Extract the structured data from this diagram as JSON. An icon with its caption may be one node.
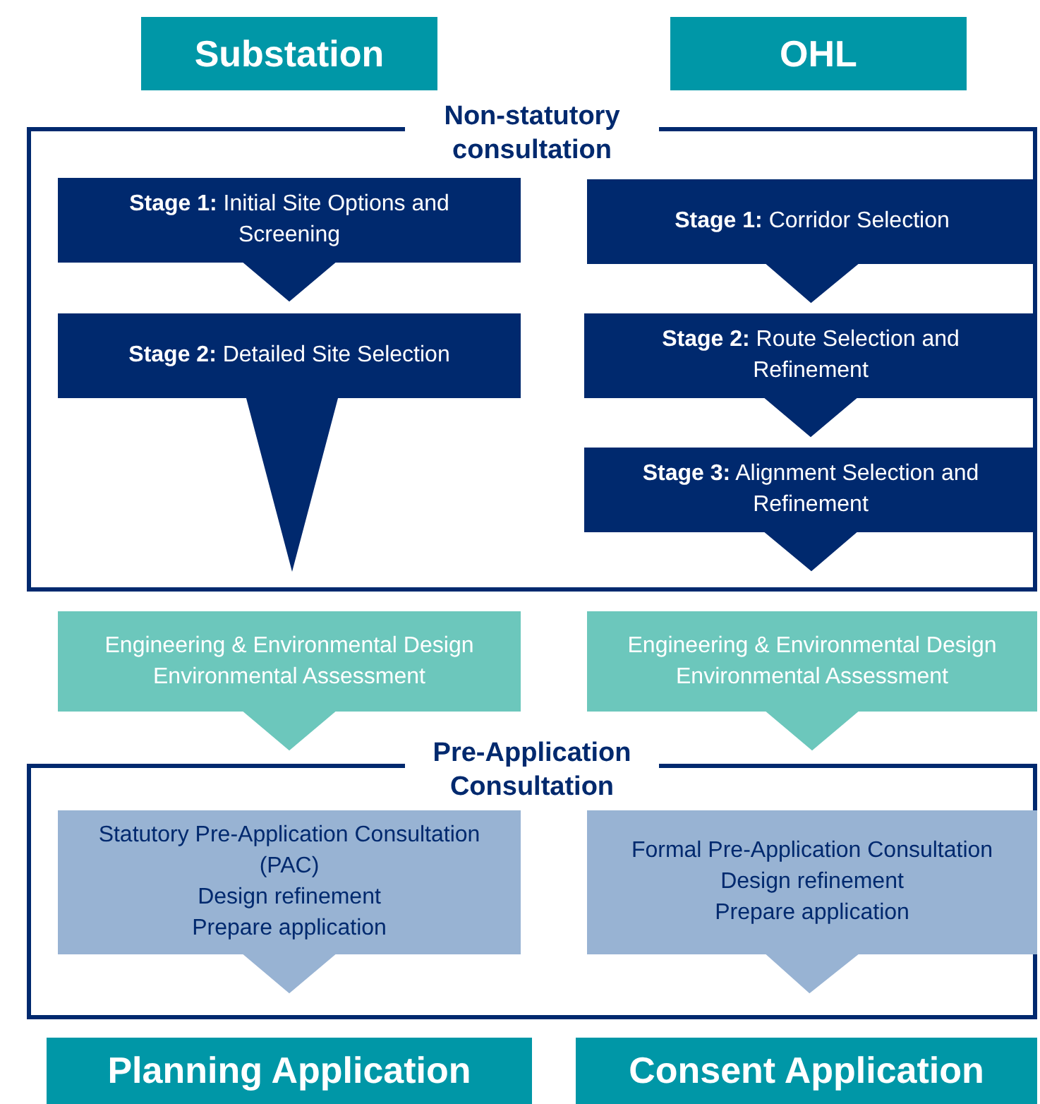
{
  "diagram": {
    "nodes": [
      {
        "text": [
          "Substation"
        ]
      },
      {
        "text": [
          "OHL"
        ]
      },
      {
        "text": [
          "Non-statutory consultation"
        ]
      },
      {
        "text": [
          "**Stage 1:** Initial Site Options and Screening"
        ],
        "in": 2
      },
      {
        "text": [
          "**Stage 2:** Detailed Site Selection"
        ],
        "in": 2
      },
      {
        "text": [
          "**Stage 1:** Corridor Selection"
        ],
        "in": 2
      },
      {
        "text": [
          "**Stage 2:** Route Selection and Refinement"
        ],
        "in": 2
      },
      {
        "text": [
          "**Stage 3:** Alignment Selection and Refinement"
        ],
        "in": 2
      },
      {
        "text": [
          "Engineering & Environmental Design",
          "Environmental Assessment"
        ]
      },
      {
        "text": [
          "Engineering & Environmental Design",
          "Environmental Assessment"
        ]
      },
      {
        "text": [
          "Pre-Application Consultation"
        ]
      },
      {
        "text": [
          "Statutory Pre-Application Consultation (PAC)",
          "Design refinement",
          "Prepare application"
        ],
        "in": 10
      },
      {
        "text": [
          "Formal Pre-Application Consultation",
          "Design refinement",
          "Prepare application"
        ],
        "in": 10
      },
      {
        "text": [
          "Planning Application"
        ]
      },
      {
        "text": [
          "Consent Application"
        ]
      }
    ],
    "edges": [
      {
        "from": 3,
        "to": 4,
        "arrow": "to"
      },
      {
        "from": 4,
        "to": 8,
        "arrow": "to"
      },
      {
        "from": 5,
        "to": 6,
        "arrow": "to"
      },
      {
        "from": 6,
        "to": 7,
        "arrow": "to"
      },
      {
        "from": 7,
        "to": 9,
        "arrow": "to"
      },
      {
        "from": 8,
        "to": 11,
        "arrow": "to",
        "color": "#6cc7bc"
      },
      {
        "from": 9,
        "to": 12,
        "arrow": "to",
        "color": "#6cc7bc"
      },
      {
        "from": 11,
        "to": 13,
        "arrow": "to",
        "color": "#98b3d3"
      },
      {
        "from": 12,
        "to": 14,
        "arrow": "to",
        "color": "#98b3d3"
      }
    ]
  }
}
